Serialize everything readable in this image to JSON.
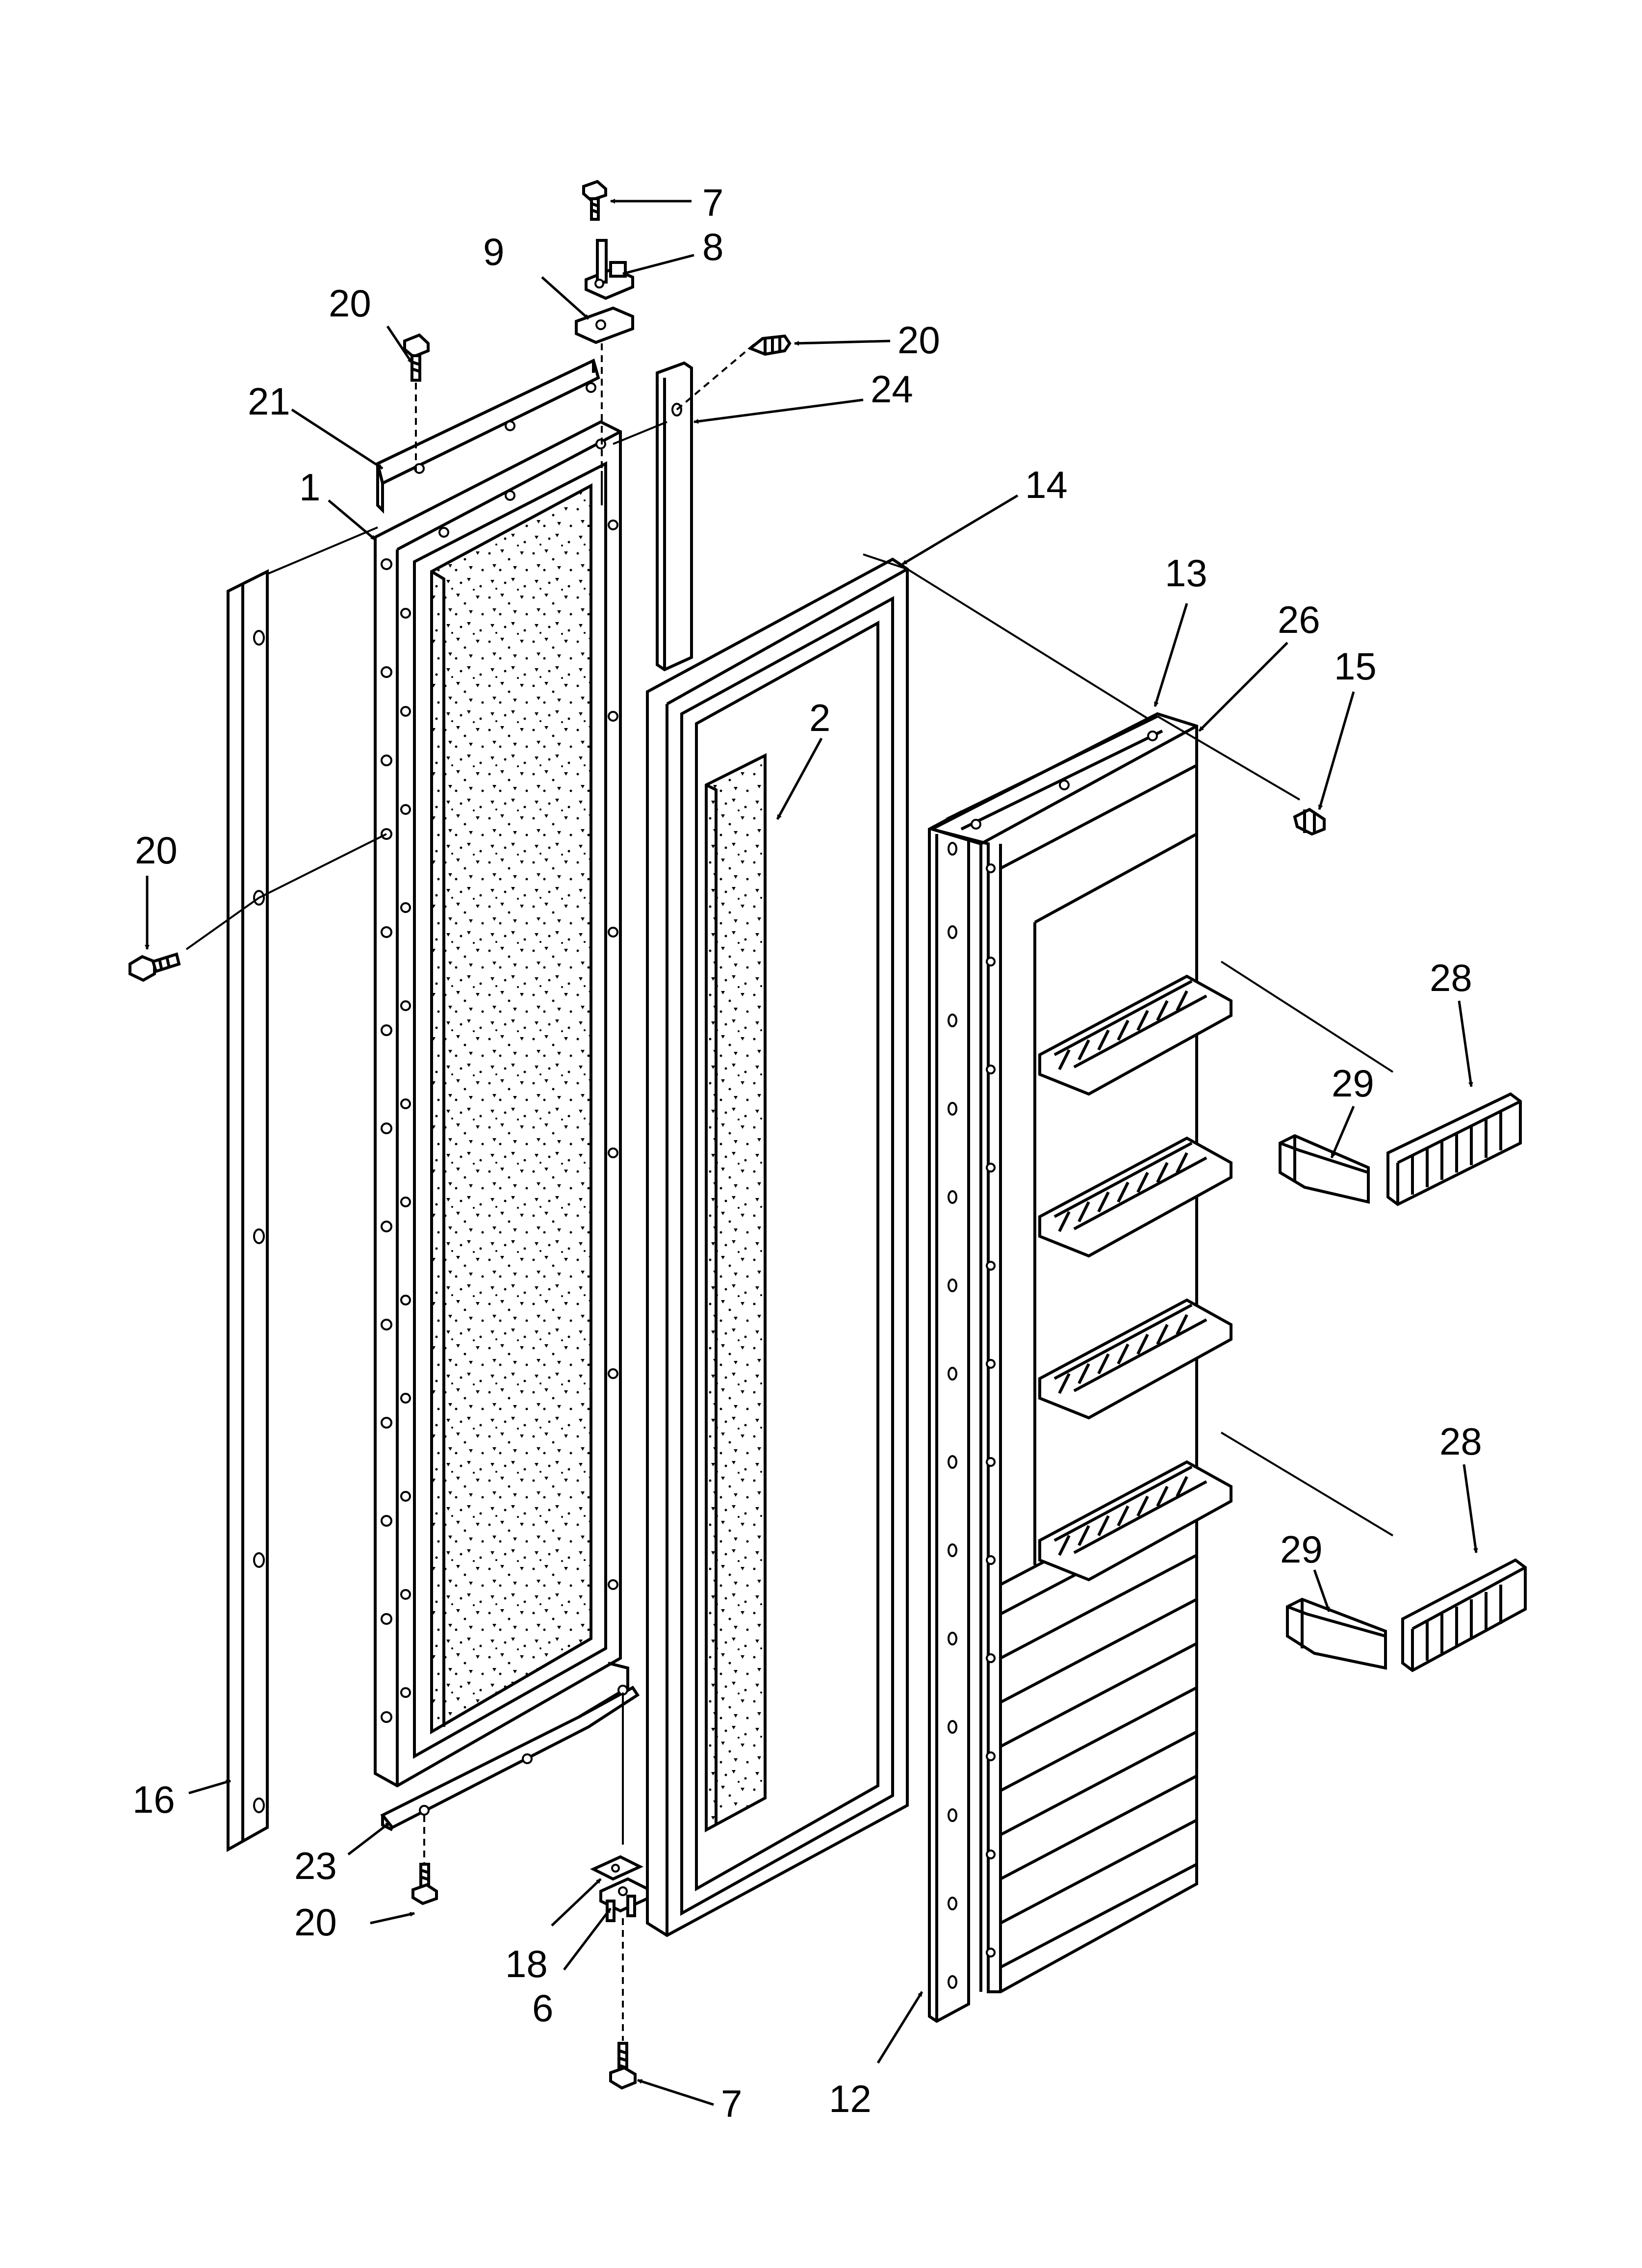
{
  "diagram": {
    "type": "exploded-parts-view",
    "colors": {
      "ink": "#000000",
      "background": "#ffffff"
    },
    "callouts": [
      {
        "id": "c7-top",
        "label": "7"
      },
      {
        "id": "c8",
        "label": "8"
      },
      {
        "id": "c9",
        "label": "9"
      },
      {
        "id": "c20-a",
        "label": "20"
      },
      {
        "id": "c20-b",
        "label": "20"
      },
      {
        "id": "c24",
        "label": "24"
      },
      {
        "id": "c21",
        "label": "21"
      },
      {
        "id": "c1",
        "label": "1"
      },
      {
        "id": "c14",
        "label": "14"
      },
      {
        "id": "c13",
        "label": "13"
      },
      {
        "id": "c26",
        "label": "26"
      },
      {
        "id": "c15",
        "label": "15"
      },
      {
        "id": "c2",
        "label": "2"
      },
      {
        "id": "c20-c",
        "label": "20"
      },
      {
        "id": "c28-a",
        "label": "28"
      },
      {
        "id": "c29-a",
        "label": "29"
      },
      {
        "id": "c28-b",
        "label": "28"
      },
      {
        "id": "c29-b",
        "label": "29"
      },
      {
        "id": "c16",
        "label": "16"
      },
      {
        "id": "c23",
        "label": "23"
      },
      {
        "id": "c20-d",
        "label": "20"
      },
      {
        "id": "c18",
        "label": "18"
      },
      {
        "id": "c6",
        "label": "6"
      },
      {
        "id": "c7-bot",
        "label": "7"
      },
      {
        "id": "c12",
        "label": "12"
      }
    ]
  }
}
